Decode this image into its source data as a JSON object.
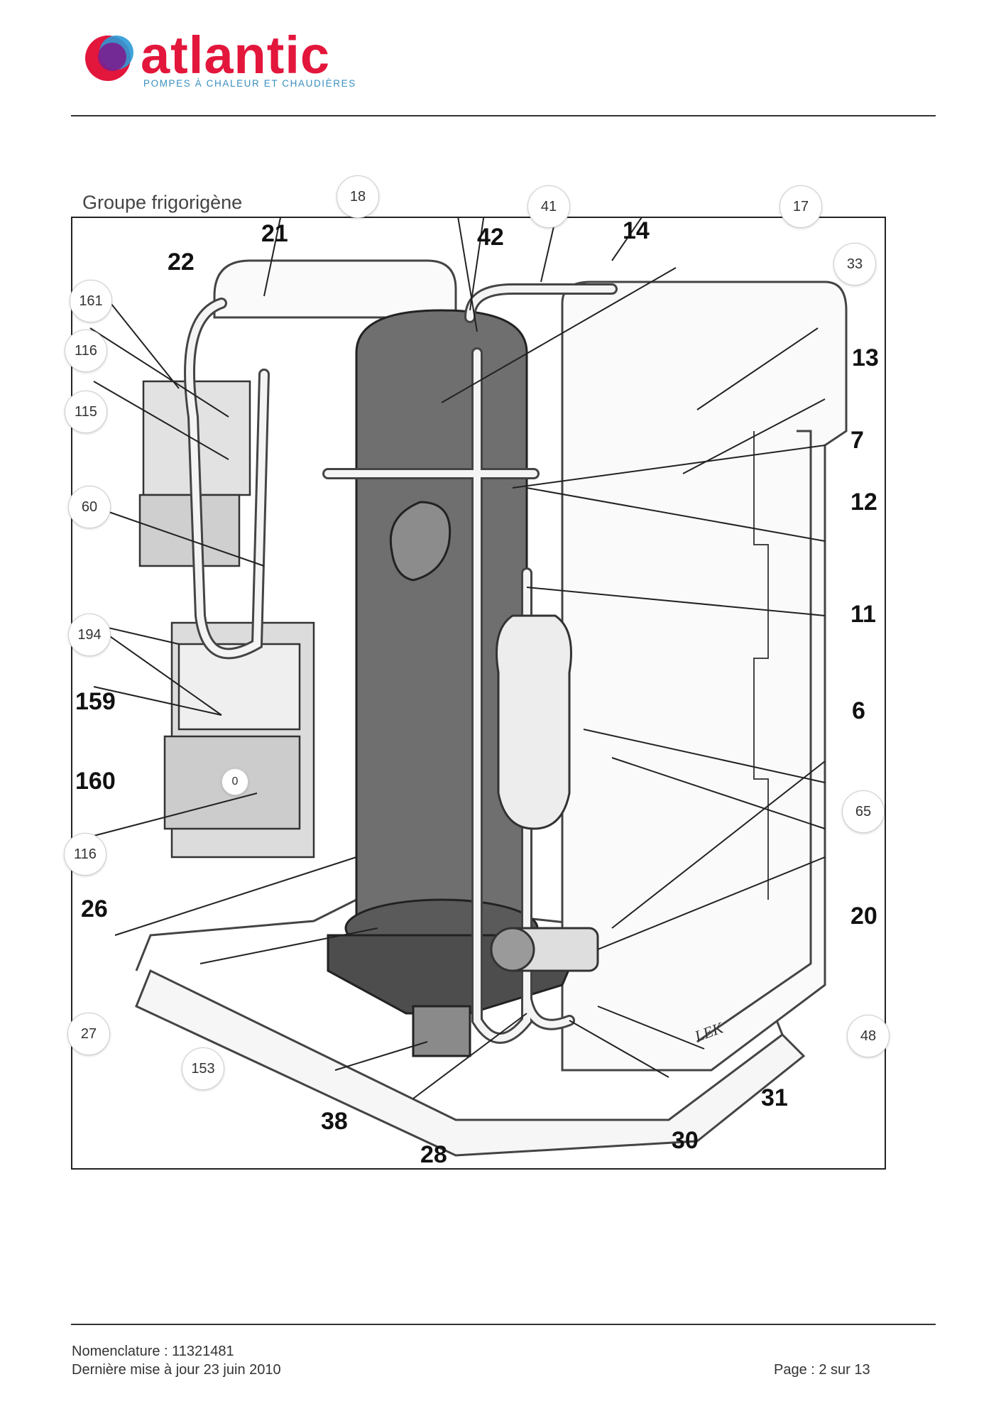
{
  "header": {
    "brand_name": "atlantic",
    "tagline": "POMPES À CHALEUR ET CHAUDIÈRES",
    "brand_colors": {
      "red": "#e3163c",
      "purple": "#7a1f8f",
      "blue": "#2b9ad6"
    }
  },
  "section": {
    "title": "Groupe frigorigène"
  },
  "figure": {
    "callouts": [
      {
        "label": "18",
        "style": "circle"
      },
      {
        "label": "41",
        "style": "circle"
      },
      {
        "label": "17",
        "style": "circle"
      },
      {
        "label": "33",
        "style": "circle"
      },
      {
        "label": "161",
        "style": "circle"
      },
      {
        "label": "116",
        "style": "circle"
      },
      {
        "label": "115",
        "style": "circle"
      },
      {
        "label": "60",
        "style": "circle"
      },
      {
        "label": "194",
        "style": "circle"
      },
      {
        "label": "0",
        "style": "circle"
      },
      {
        "label": "116",
        "style": "circle"
      },
      {
        "label": "65",
        "style": "circle"
      },
      {
        "label": "48",
        "style": "circle"
      },
      {
        "label": "27",
        "style": "circle"
      },
      {
        "label": "153",
        "style": "circle"
      },
      {
        "label": "21",
        "style": "bold"
      },
      {
        "label": "22",
        "style": "bold"
      },
      {
        "label": "42",
        "style": "bold"
      },
      {
        "label": "14",
        "style": "bold"
      },
      {
        "label": "13",
        "style": "bold"
      },
      {
        "label": "7",
        "style": "bold"
      },
      {
        "label": "12",
        "style": "bold"
      },
      {
        "label": "11",
        "style": "bold"
      },
      {
        "label": "6",
        "style": "bold"
      },
      {
        "label": "20",
        "style": "bold"
      },
      {
        "label": "159",
        "style": "bold"
      },
      {
        "label": "160",
        "style": "bold"
      },
      {
        "label": "26",
        "style": "bold"
      },
      {
        "label": "38",
        "style": "bold"
      },
      {
        "label": "28",
        "style": "bold"
      },
      {
        "label": "30",
        "style": "bold"
      },
      {
        "label": "31",
        "style": "bold"
      }
    ],
    "embossed_text": "LEK"
  },
  "footer": {
    "nomenclature": "Nomenclature : 11321481",
    "last_update": "Dernière mise à jour 23 juin 2010",
    "page": "Page : 2 sur 13"
  }
}
